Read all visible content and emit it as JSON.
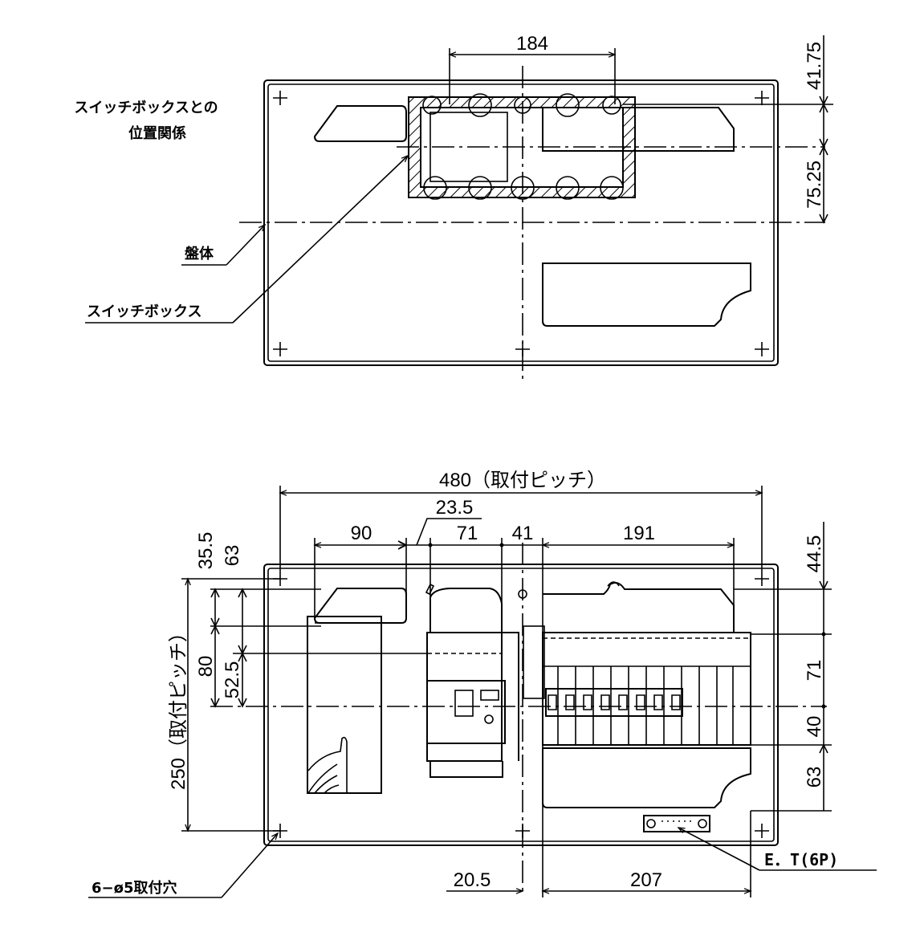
{
  "top_view": {
    "caption_line1": "スイッチボックスとの",
    "caption_line2": "位置関係",
    "dim_width": "184",
    "dim_top": "41.75",
    "dim_mid": "75.25",
    "label_panel": "盤体",
    "label_switchbox": "スイッチボックス"
  },
  "front_view": {
    "dim_pitch_h": "480（取付ピッチ）",
    "dim_23_5": "23.5",
    "dim_90": "90",
    "dim_71_top": "71",
    "dim_41": "41",
    "dim_191": "191",
    "dim_35_5": "35.5",
    "dim_63_left": "63",
    "dim_80": "80",
    "dim_52_5": "52.5",
    "dim_pitch_v": "250（取付ピッチ）",
    "dim_44_5": "44.5",
    "dim_71_right": "71",
    "dim_40": "40",
    "dim_63_right": "63",
    "dim_20_5": "20.5",
    "dim_207": "207",
    "label_mount_holes": "6−ø5取付穴",
    "label_et": "E．T(6P)"
  }
}
